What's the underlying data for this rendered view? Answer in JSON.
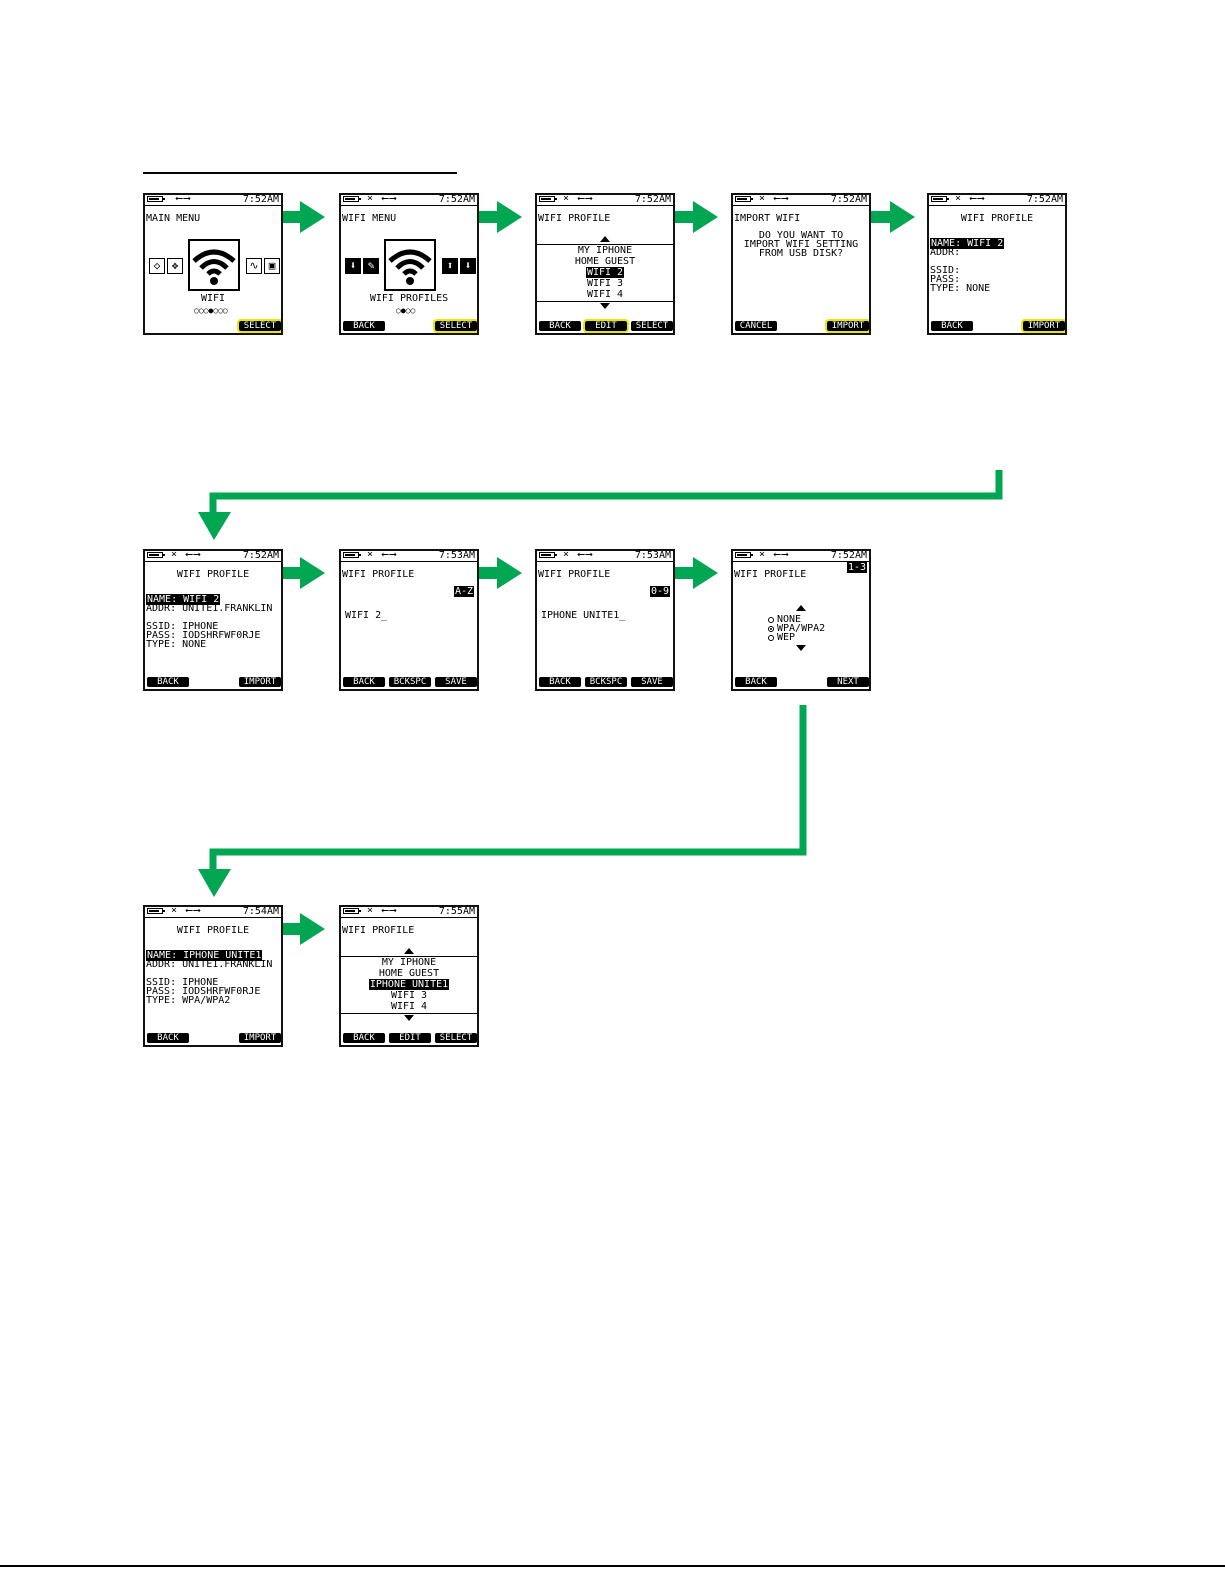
{
  "colors": {
    "accent": "#00a651",
    "highlight": "#e8e800"
  },
  "screens": {
    "s1": {
      "time": "7:52AM",
      "title": "MAIN MENU",
      "label": "WIFI",
      "pages": "○○○●○○○",
      "select": "SELECT"
    },
    "s2": {
      "time": "7:52AM",
      "title": "WIFI MENU",
      "label": "WIFI PROFILES",
      "pages": "○●○○",
      "back": "BACK",
      "select": "SELECT"
    },
    "s3": {
      "time": "7:52AM",
      "title": "WIFI PROFILE",
      "items": [
        "MY IPHONE",
        "HOME GUEST",
        "WIFI 2",
        "WIFI 3",
        "WIFI 4"
      ],
      "back": "BACK",
      "edit": "EDIT",
      "select": "SELECT"
    },
    "s4": {
      "time": "7:52AM",
      "title": "IMPORT WIFI",
      "msg1": "DO YOU WANT TO",
      "msg2": "IMPORT WIFI SETTING",
      "msg3": "FROM USB DISK?",
      "cancel": "CANCEL",
      "import": "IMPORT"
    },
    "s5": {
      "time": "7:52AM",
      "title": "WIFI PROFILE",
      "name": "NAME: WIFI 2",
      "addr": "ADDR:",
      "ssid": "SSID:",
      "pass": "PASS:",
      "type": "TYPE: NONE",
      "back": "BACK",
      "import": "IMPORT"
    },
    "s6": {
      "time": "7:52AM",
      "title": "WIFI PROFILE",
      "name": "NAME: WIFI 2",
      "addr": "ADDR: UNITE1.FRANKLIN",
      "ssid": "SSID: IPHONE",
      "pass": "PASS: IODSHRFWF0RJE",
      "type": "TYPE: NONE",
      "back": "BACK",
      "import": "IMPORT"
    },
    "s7": {
      "time": "7:53AM",
      "title": "WIFI PROFILE",
      "mode": "A-Z",
      "entry": "WIFI 2_",
      "back": "BACK",
      "bckspc": "BCKSPC",
      "save": "SAVE"
    },
    "s8": {
      "time": "7:53AM",
      "title": "WIFI PROFILE",
      "mode": "0-9",
      "entry": "IPHONE UNITE1_",
      "back": "BACK",
      "bckspc": "BCKSPC",
      "save": "SAVE"
    },
    "s9": {
      "time": "7:52AM",
      "title": "WIFI PROFILE",
      "step": "1-3",
      "opt1": "NONE",
      "opt2": "WPA/WPA2",
      "opt3": "WEP",
      "back": "BACK",
      "next": "NEXT"
    },
    "s10": {
      "time": "7:54AM",
      "title": "WIFI PROFILE",
      "name": "NAME: IPHONE UNITE1",
      "addr": "ADDR: UNITE1.FRANKLIN",
      "ssid": "SSID: IPHONE",
      "pass": "PASS: IODSHRFWF0RJE",
      "type": "TYPE: WPA/WPA2",
      "back": "BACK",
      "import": "IMPORT"
    },
    "s11": {
      "time": "7:55AM",
      "title": "WIFI PROFILE",
      "items": [
        "MY IPHONE",
        "HOME GUEST",
        "IPHONE UNITE1",
        "WIFI 3",
        "WIFI 4"
      ],
      "back": "BACK",
      "edit": "EDIT",
      "select": "SELECT"
    }
  }
}
